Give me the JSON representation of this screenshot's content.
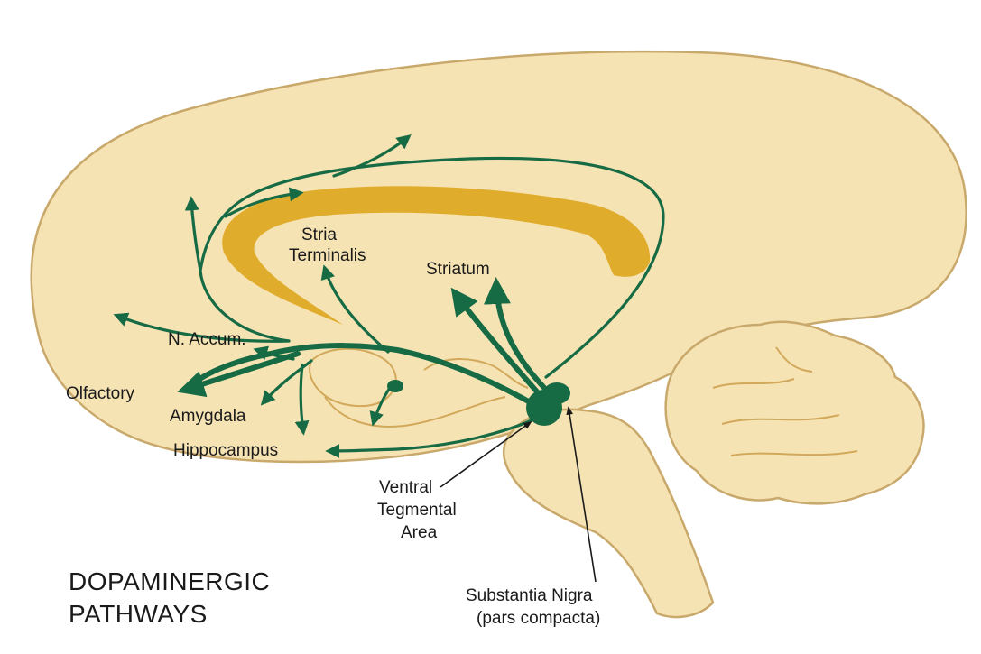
{
  "title": {
    "line1": "DOPAMINERGIC",
    "line2": "PATHWAYS"
  },
  "labels": {
    "stria_line1": "Stria",
    "stria_line2": "Terminalis",
    "striatum": "Striatum",
    "n_accum": "N. Accum.",
    "olfactory": "Olfactory",
    "amygdala": "Amygdala",
    "hippocampus": "Hippocampus",
    "vta_line1": "Ventral",
    "vta_line2": "Tegmental",
    "vta_line3": "Area",
    "sn_line1": "Substantia Nigra",
    "sn_line2": "(pars compacta)"
  },
  "colors": {
    "brain_fill": "#f6e3b4",
    "brain_outline": "#c9a96b",
    "stria_band": "#e0ac2c",
    "pathway": "#176b44",
    "text": "#1a1a1a"
  }
}
